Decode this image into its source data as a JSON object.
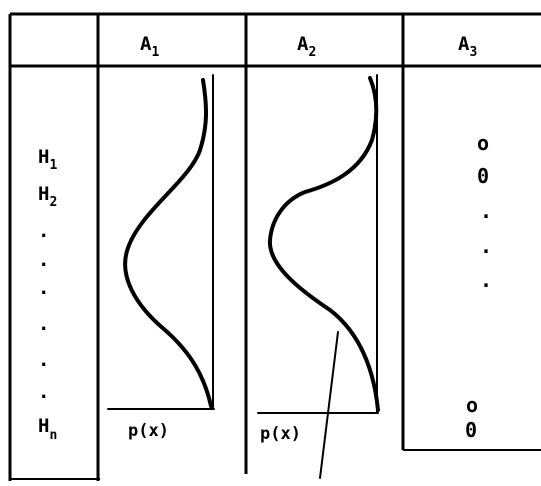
{
  "columns": [
    {
      "label": "A",
      "sub": "1"
    },
    {
      "label": "A",
      "sub": "2"
    },
    {
      "label": "A",
      "sub": "3"
    }
  ],
  "rows": {
    "first": {
      "label": "H",
      "sub": "1"
    },
    "second": {
      "label": "H",
      "sub": "2"
    },
    "last": {
      "label": "H",
      "sub": "n"
    },
    "ellipsis": "."
  },
  "axis_label": "p(x)",
  "a3_marks": {
    "top_small": "o",
    "top_large": "0",
    "dot": ".",
    "bottom_small": "o",
    "bottom_large": "0"
  }
}
